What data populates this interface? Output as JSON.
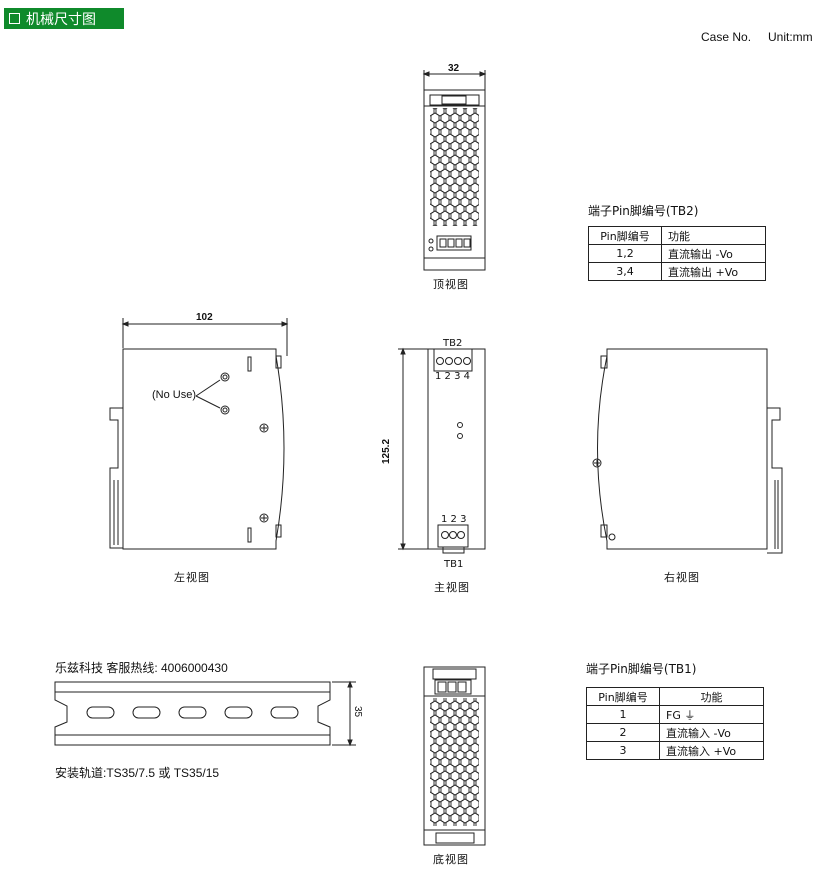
{
  "header": {
    "title": "机械尺寸图",
    "case_label": "Case No.",
    "unit_label": "Unit:mm"
  },
  "dimensions": {
    "width_top": "32",
    "length_left": "102",
    "height_front": "125.2",
    "rail_height": "35"
  },
  "labels": {
    "no_use": "(No Use)",
    "tb2": "TB2",
    "tb1": "TB1",
    "tb2_pins": "1 2 3 4",
    "tb1_pins": "1 2 3"
  },
  "views": {
    "top": "顶视图",
    "left": "左视图",
    "front": "主视图",
    "right": "右视图",
    "bottom": "底视图"
  },
  "tb2_table": {
    "title": "端子Pin脚编号(TB2)",
    "headers": [
      "Pin脚编号",
      "功能"
    ],
    "rows": [
      {
        "pin": "1,2",
        "func": "直流输出 -Vo"
      },
      {
        "pin": "3,4",
        "func": "直流输出 +Vo"
      }
    ]
  },
  "tb1_table": {
    "title": "端子Pin脚编号(TB1)",
    "headers": [
      "Pin脚编号",
      "功能"
    ],
    "rows": [
      {
        "pin": "1",
        "func": "FG ⏚"
      },
      {
        "pin": "2",
        "func": "直流输入 -Vo"
      },
      {
        "pin": "3",
        "func": "直流输入 +Vo"
      }
    ]
  },
  "hotline": "乐兹科技 客服热线: 4006000430",
  "rail_note": "安装轨道:TS35/7.5 或 TS35/15"
}
